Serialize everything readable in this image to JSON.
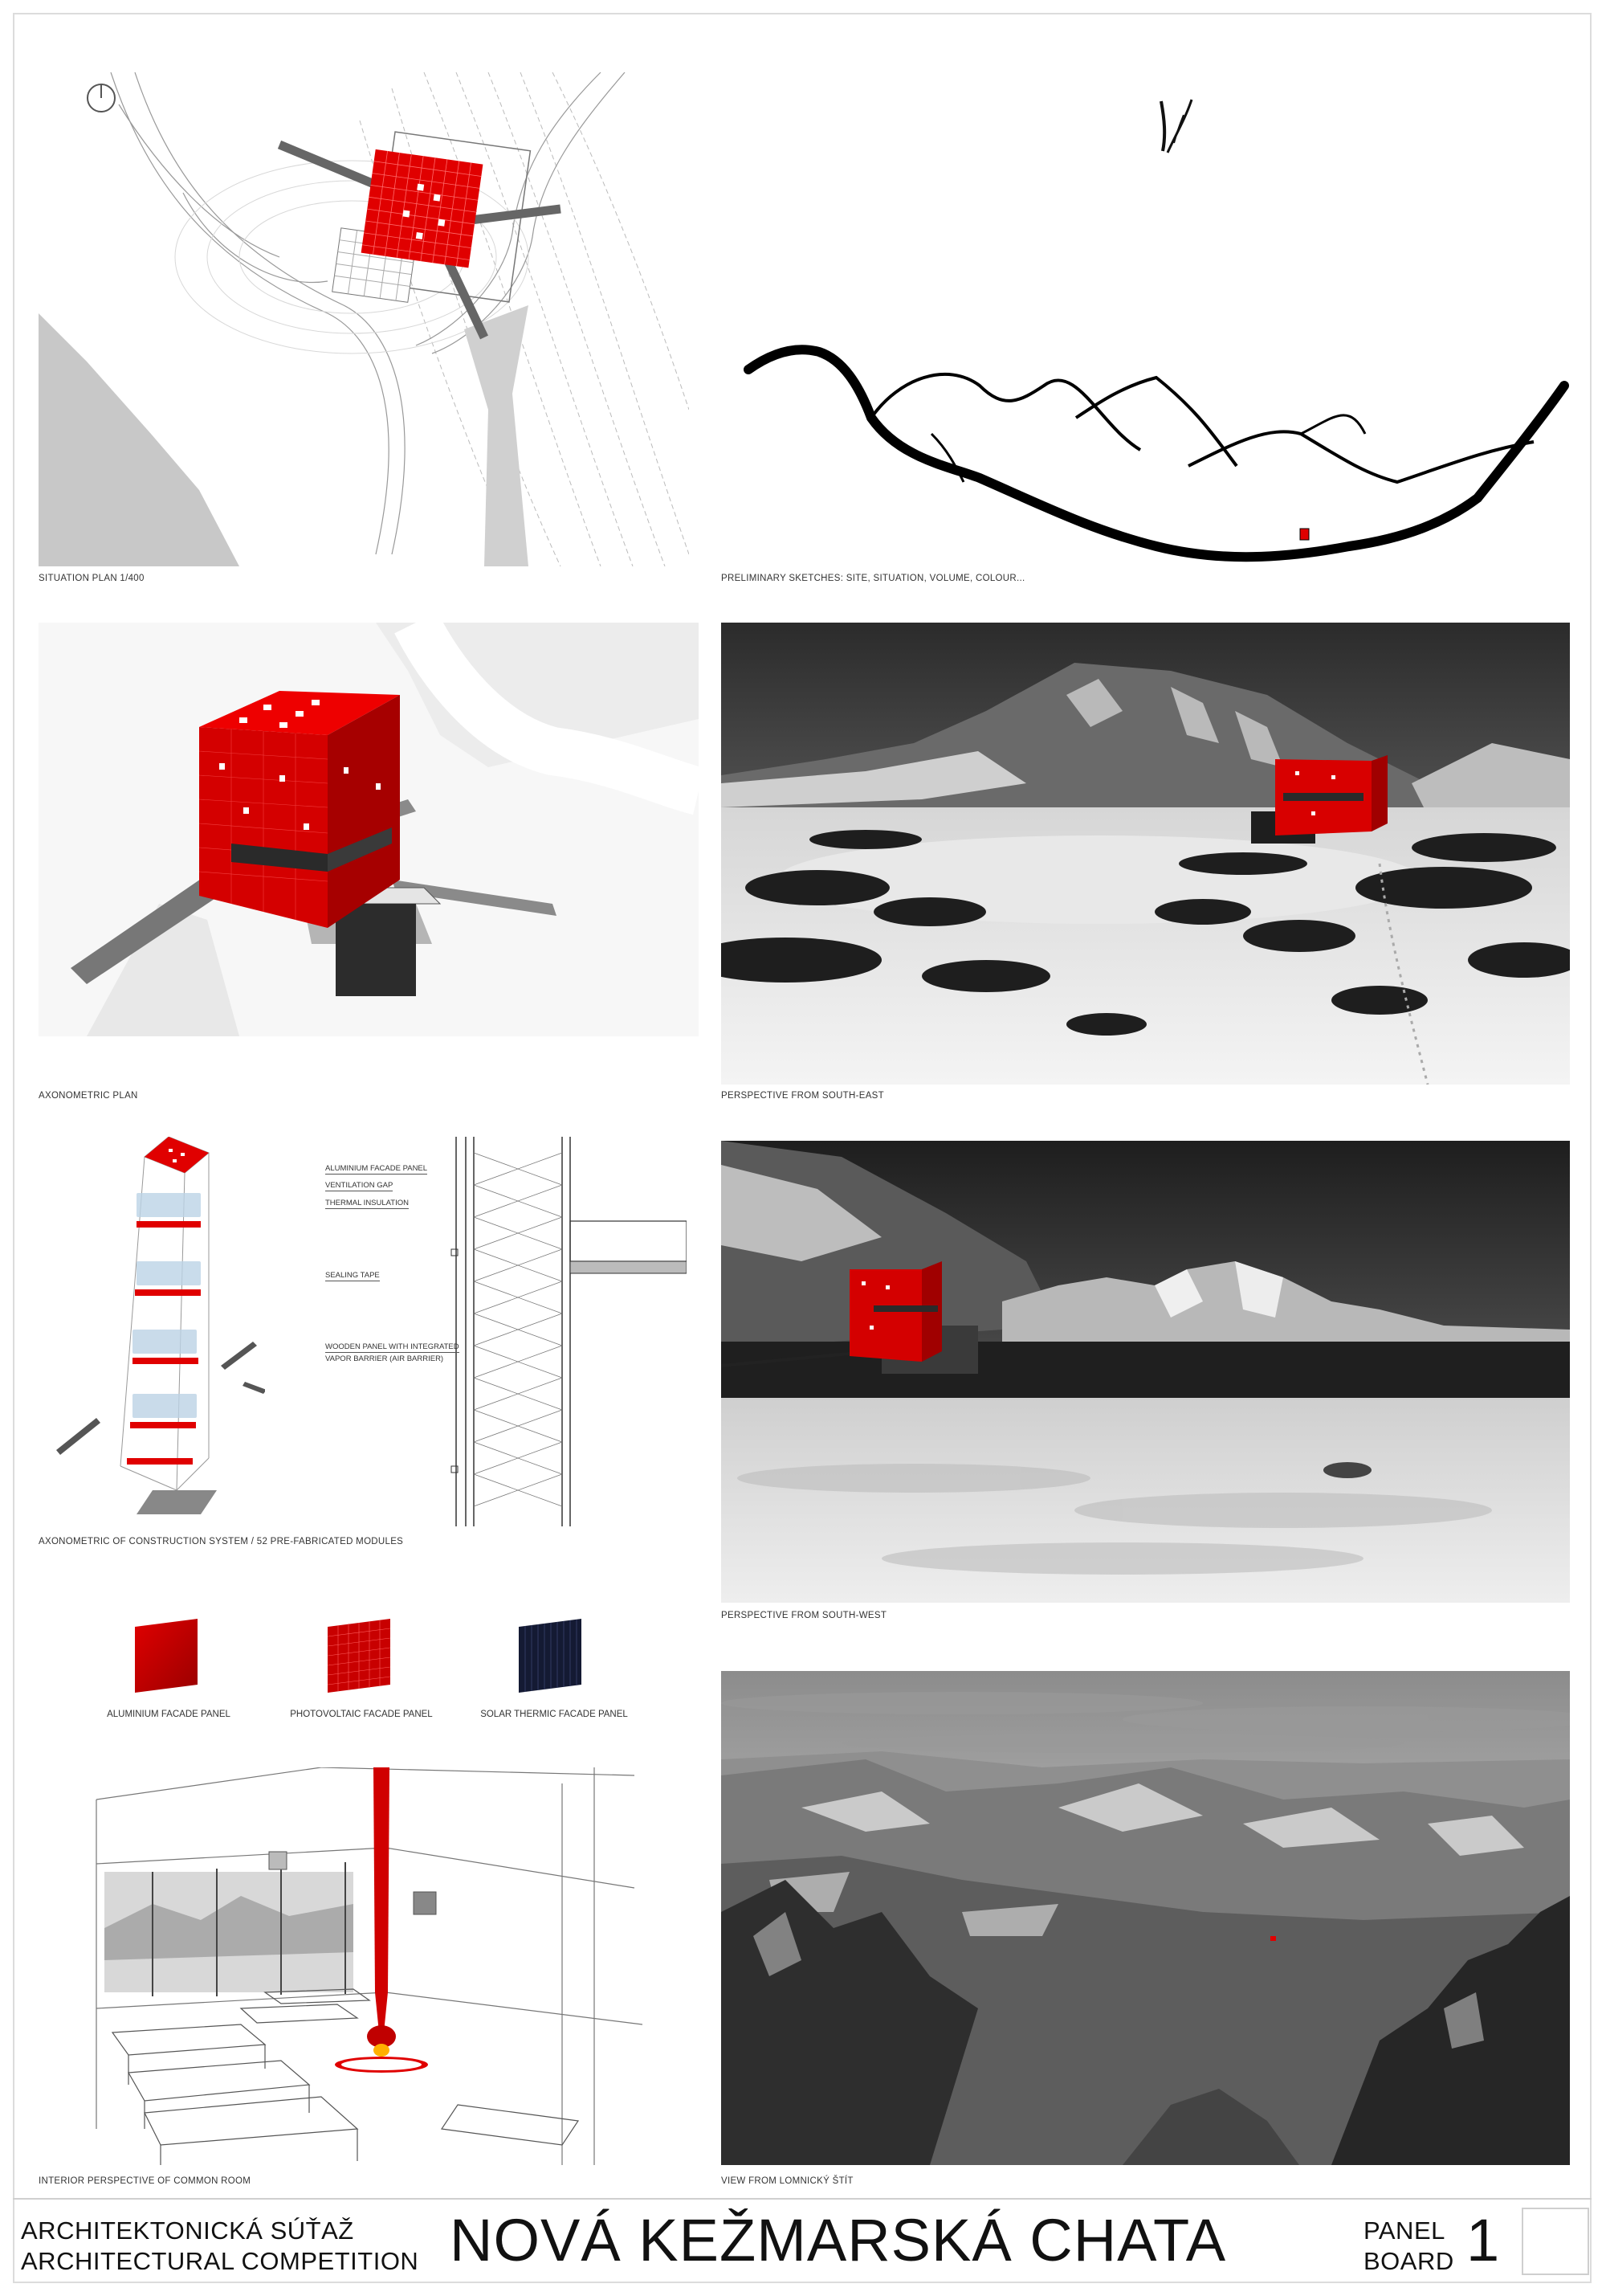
{
  "captions": {
    "situation_plan": "SITUATION PLAN 1/400",
    "sketches": "PRELIMINARY SKETCHES: SITE, SITUATION, VOLUME, COLOUR...",
    "axonometric_plan": "AXONOMETRIC PLAN",
    "perspective_se": "PERSPECTIVE FROM SOUTH-EAST",
    "axonometric_construction": "AXONOMETRIC OF CONSTRUCTION SYSTEM / 52 PRE-FABRICATED MODULES",
    "perspective_sw": "PERSPECTIVE FROM SOUTH-WEST",
    "interior": "INTERIOR PERSPECTIVE OF COMMON ROOM",
    "view_lomnicky": "VIEW FROM LOMNICKÝ ŠTÍT"
  },
  "detail_labels": {
    "aluminium_panel": "ALUMINIUM FACADE PANEL",
    "ventilation_gap": "VENTILATION GAP",
    "thermal_insulation": "THERMAL INSULATION",
    "sealing_tape": "SEALING TAPE",
    "wooden_panel_1": "WOODEN PANEL WITH INTEGRATED",
    "wooden_panel_2": "VAPOR BARRIER (AIR BARRIER)"
  },
  "swatches": [
    {
      "label": "ALUMINIUM FACADE PANEL",
      "color": "#d40000"
    },
    {
      "label": "PHOTOVOLTAIC FACADE PANEL",
      "color": "#c80000"
    },
    {
      "label": "SOLAR THERMIC FACADE PANEL",
      "color": "#141a33"
    }
  ],
  "footer": {
    "competition_sk": "ARCHITEKTONICKÁ SÚŤAŽ",
    "competition_en": "ARCHITECTURAL COMPETITION",
    "title": "NOVÁ KEŽMARSKÁ CHATA",
    "panel": "PANEL",
    "board": "BOARD",
    "number": "1"
  },
  "colors": {
    "accent_red": "#e00000",
    "background": "#ffffff",
    "frame": "#dcdcdc"
  }
}
